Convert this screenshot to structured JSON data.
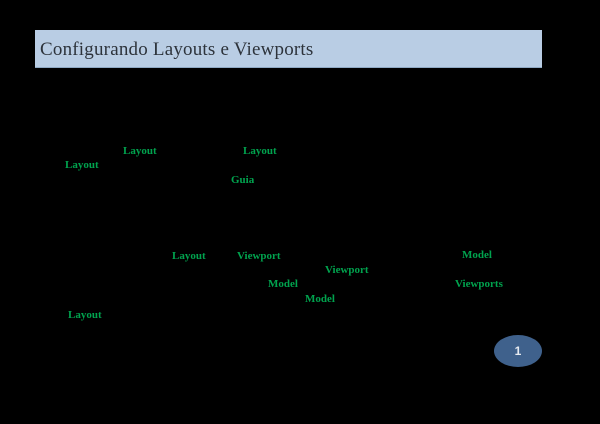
{
  "slide": {
    "title": "Configurando Layouts e Viewports",
    "page_number": "1"
  },
  "colors": {
    "background": "#000000",
    "title_bar_bg": "#b9cde4",
    "title_text": "#2d333b",
    "term_green": "#00a34e",
    "page_badge_bg": "#3f618c",
    "page_badge_text": "#e6eaf0"
  },
  "terms": [
    {
      "label": "Layout"
    },
    {
      "label": "Layout"
    },
    {
      "label": "Layout"
    },
    {
      "label": "Guia"
    },
    {
      "label": "Layout"
    },
    {
      "label": "Viewport"
    },
    {
      "label": "Model"
    },
    {
      "label": "Viewport"
    },
    {
      "label": "Model"
    },
    {
      "label": "Viewports"
    },
    {
      "label": "Model"
    },
    {
      "label": "Layout"
    }
  ]
}
